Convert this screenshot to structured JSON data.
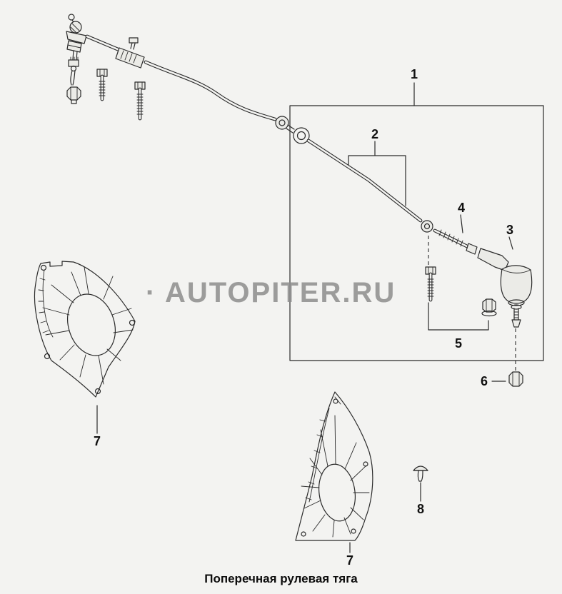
{
  "diagram": {
    "caption": "Поперечная рулевая тяга",
    "watermark": "· AUTOPITER.RU",
    "callouts": {
      "c1": "1",
      "c2": "2",
      "c3": "3",
      "c4": "4",
      "c5": "5",
      "c6": "6",
      "c7": "7",
      "c8": "8"
    },
    "colors": {
      "ink": "#2a2a2a",
      "background": "#f3f3f1",
      "watermark": "#8d8d8d"
    }
  }
}
